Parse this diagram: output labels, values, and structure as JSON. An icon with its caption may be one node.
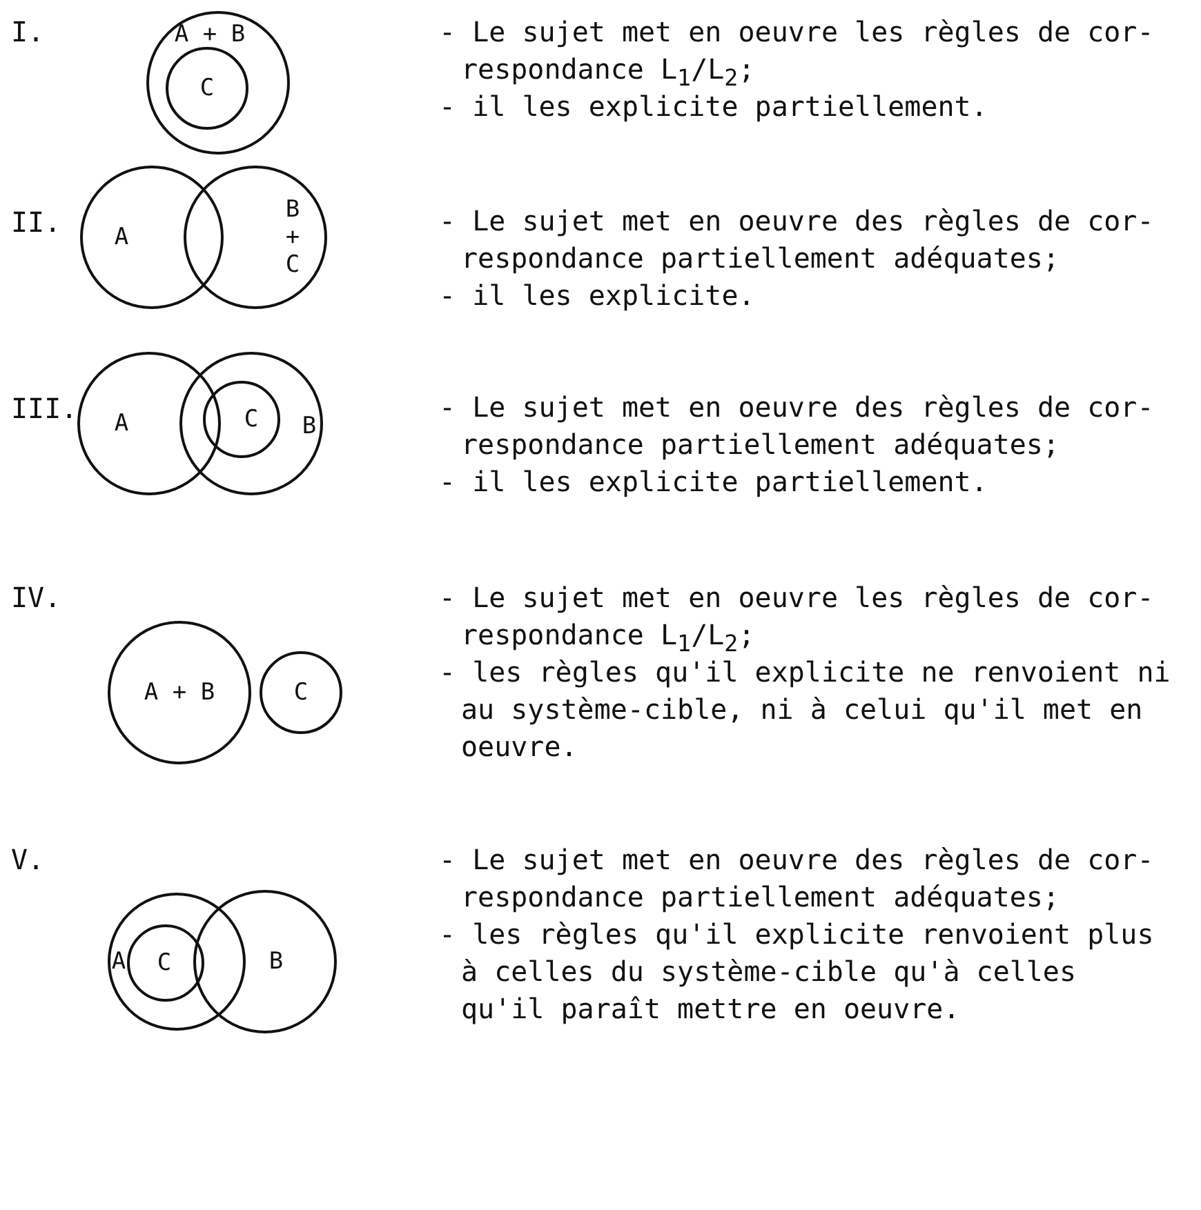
{
  "diagram": {
    "nodes": [
      {
        "text": [
          "A + B"
        ]
      },
      {
        "text": [
          "C"
        ],
        "in": 0
      },
      {
        "text": [
          "A"
        ]
      },
      {
        "text": [
          "B + C"
        ]
      },
      {
        "text": [
          "A"
        ]
      },
      {
        "text": [
          "B"
        ]
      },
      {
        "text": [
          "C"
        ],
        "in": 5
      },
      {
        "text": [
          "A + B"
        ]
      },
      {
        "text": [
          "C"
        ]
      },
      {
        "text": [
          "A"
        ]
      },
      {
        "text": [
          "C"
        ],
        "in": 9
      },
      {
        "text": [
          "B"
        ]
      }
    ],
    "labels": [
      "I.",
      "- Le sujet met en oeuvre les règles de cor- respondance L$_{1}$/L$_{2}$;",
      "- il les explicite partiellement.",
      "II.",
      "- Le sujet met en oeuvre des règles de cor- respondance partiellement adéquates;",
      "- il les explicite.",
      "III.",
      "- Le sujet met en oeuvre des règles de cor- respondance partiellement adéquates;",
      "- il les explicite partiellement.",
      "IV.",
      "- Le sujet met en oeuvre les règles de cor- respondance L$_{1}$/L$_{2}$;",
      "- les règles qu'il explicite ne renvoient ni au système-cible, ni à celui qu'il met en oeuvre.",
      "V.",
      "- Le sujet met en oeuvre des règles de cor- respondance partiellement adéquates;",
      "- les règles qu'il explicite renvoient plus à celles du système-cible qu'à celles qu'il paraît mettre en oeuvre."
    ]
  }
}
